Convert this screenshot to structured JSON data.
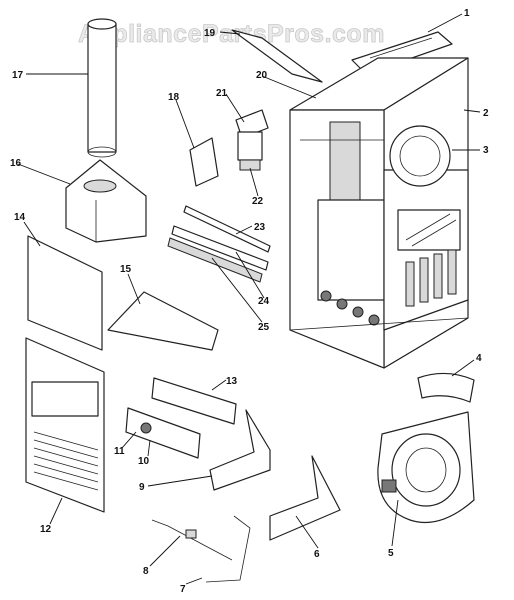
{
  "watermark": "AppliancePartsPros.com",
  "callouts": {
    "c1": "1",
    "c2": "2",
    "c3": "3",
    "c4": "4",
    "c5": "5",
    "c6": "6",
    "c7": "7",
    "c8": "8",
    "c9": "9",
    "c10": "10",
    "c11": "11",
    "c12": "12",
    "c13": "13",
    "c14": "14",
    "c15": "15",
    "c16": "16",
    "c17": "17",
    "c18": "18",
    "c19": "19",
    "c20": "20",
    "c21": "21",
    "c22": "22",
    "c23": "23",
    "c24": "24",
    "c25": "25"
  },
  "colors": {
    "line": "#222222",
    "shade": "#d9d9d9",
    "watermark": "#c9c9c9"
  }
}
